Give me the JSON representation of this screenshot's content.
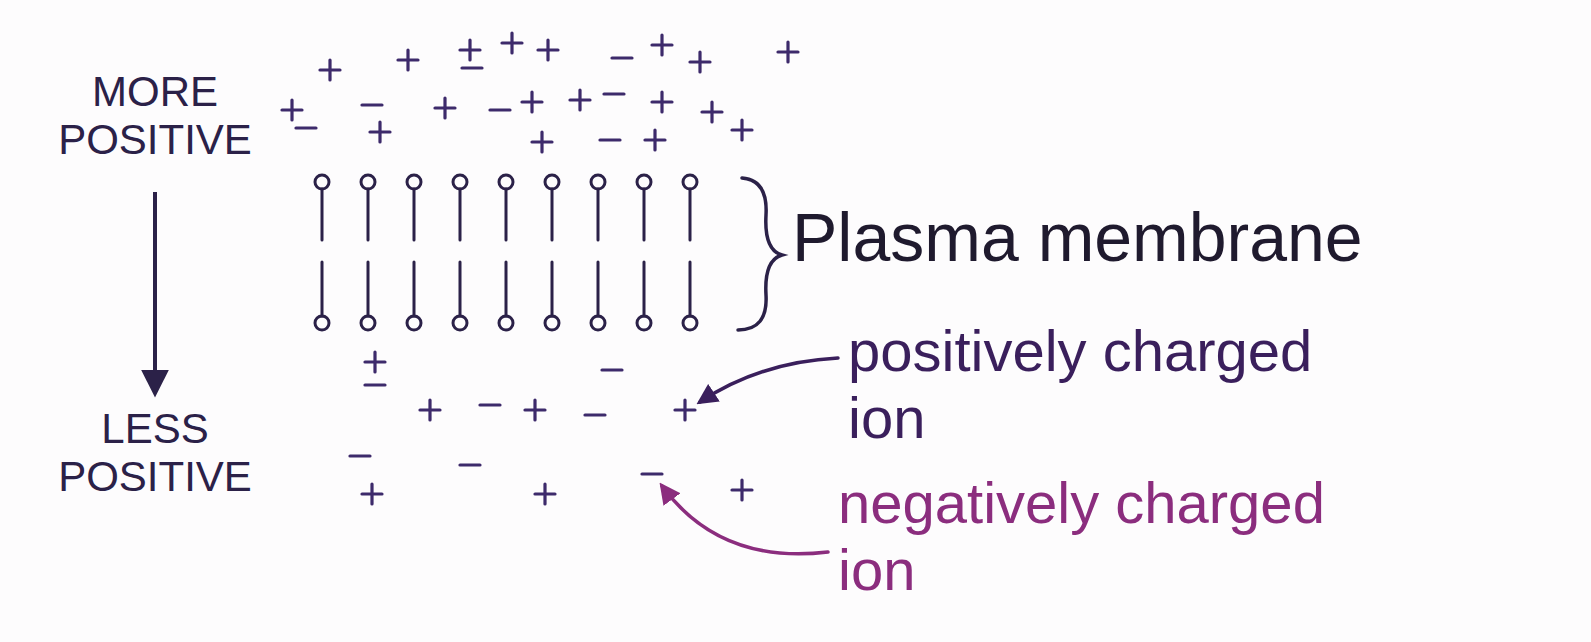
{
  "diagram": {
    "labels": [
      "MORE POSITIVE",
      "LESS POSITIVE",
      "Plasma membrane",
      "positively charged ion",
      "negatively charged ion"
    ]
  }
}
